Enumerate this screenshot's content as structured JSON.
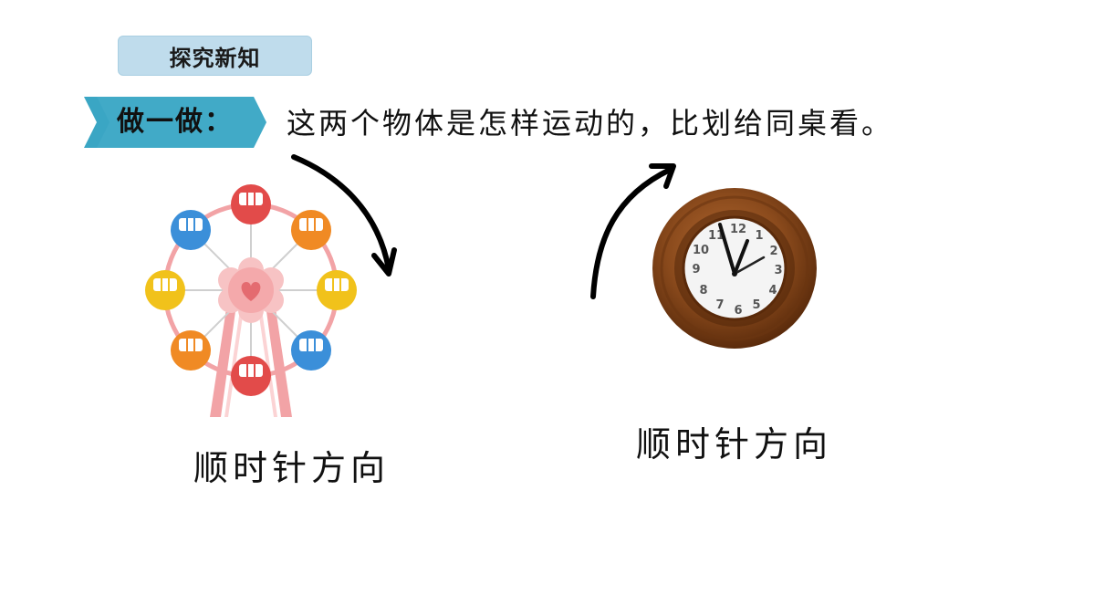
{
  "header": {
    "section_title": "探究新知"
  },
  "activity": {
    "tag_label": "做一做：",
    "instruction": "这两个物体是怎样运动的，比划给同桌看。"
  },
  "captions": {
    "ferris_wheel": "顺时针方向",
    "clock": "顺时针方向"
  },
  "clock_face": {
    "numbers": [
      "12",
      "1",
      "2",
      "3",
      "4",
      "5",
      "6",
      "7",
      "8",
      "9",
      "10",
      "11"
    ]
  },
  "colors": {
    "tag_teal": "#3aa6c4",
    "badge_blue": "#bfdcec",
    "wheel_pink": "#f2a3a6",
    "gondola_red": "#e24b4a",
    "gondola_blue": "#3b8fd9",
    "gondola_orange": "#f08a24",
    "gondola_yellow": "#f1c21b",
    "clock_wood": "#8a4a1c"
  }
}
